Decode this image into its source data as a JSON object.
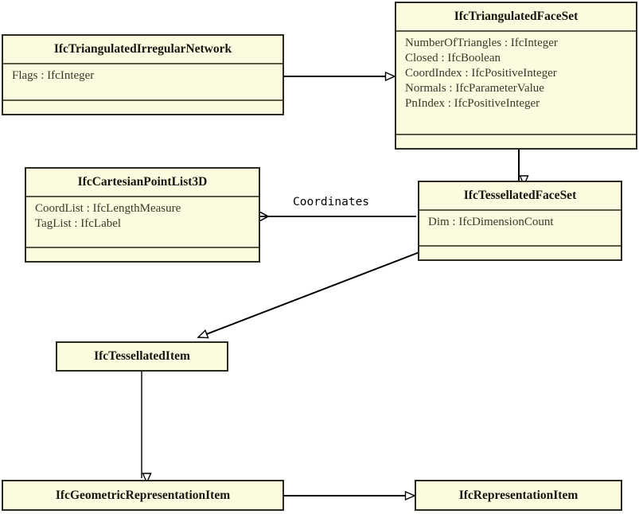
{
  "diagram": {
    "type": "uml-class-diagram",
    "background_color": "#ffffff",
    "box_fill_color": "#fcfbdf",
    "box_border_color": "#2b2a20",
    "line_color": "#000000"
  },
  "classes": [
    {
      "id": "ifc-triangulated-irregular-network",
      "name": "IfcTriangulatedIrregularNetwork",
      "attributes": [
        "Flags : IfcInteger"
      ],
      "has_empty_compartment": true
    },
    {
      "id": "ifc-triangulated-face-set",
      "name": "IfcTriangulatedFaceSet",
      "attributes": [
        "NumberOfTriangles : IfcInteger",
        "Closed : IfcBoolean",
        "CoordIndex : IfcPositiveInteger",
        "Normals : IfcParameterValue",
        "PnIndex : IfcPositiveInteger"
      ],
      "has_empty_compartment": true
    },
    {
      "id": "ifc-cartesian-point-list-3d",
      "name": "IfcCartesianPointList3D",
      "attributes": [
        "CoordList : IfcLengthMeasure",
        "TagList : IfcLabel"
      ],
      "has_empty_compartment": true
    },
    {
      "id": "ifc-tessellated-face-set",
      "name": "IfcTessellatedFaceSet",
      "attributes": [
        "Dim : IfcDimensionCount"
      ],
      "has_empty_compartment": true
    },
    {
      "id": "ifc-tessellated-item",
      "name": "IfcTessellatedItem",
      "attributes": [],
      "has_empty_compartment": false
    },
    {
      "id": "ifc-geometric-representation-item",
      "name": "IfcGeometricRepresentationItem",
      "attributes": [],
      "has_empty_compartment": false
    },
    {
      "id": "ifc-representation-item",
      "name": "IfcRepresentationItem",
      "attributes": [],
      "has_empty_compartment": false
    }
  ],
  "relationships": [
    {
      "id": "tin-to-triangulated-face-set",
      "from": "IfcTriangulatedIrregularNetwork",
      "to": "IfcTriangulatedFaceSet",
      "kind": "generalization",
      "label": ""
    },
    {
      "id": "triangulated-to-tessellated-face-set",
      "from": "IfcTriangulatedFaceSet",
      "to": "IfcTessellatedFaceSet",
      "kind": "generalization",
      "label": ""
    },
    {
      "id": "tessellated-face-set-coordinates",
      "from": "IfcTessellatedFaceSet",
      "to": "IfcCartesianPointList3D",
      "kind": "association",
      "label": "Coordinates"
    },
    {
      "id": "tessellated-face-set-to-item",
      "from": "IfcTessellatedFaceSet",
      "to": "IfcTessellatedItem",
      "kind": "generalization",
      "label": ""
    },
    {
      "id": "tessellated-item-to-geometric",
      "from": "IfcTessellatedItem",
      "to": "IfcGeometricRepresentationItem",
      "kind": "generalization",
      "label": ""
    },
    {
      "id": "geometric-to-representation-item",
      "from": "IfcGeometricRepresentationItem",
      "to": "IfcRepresentationItem",
      "kind": "generalization",
      "label": ""
    }
  ]
}
